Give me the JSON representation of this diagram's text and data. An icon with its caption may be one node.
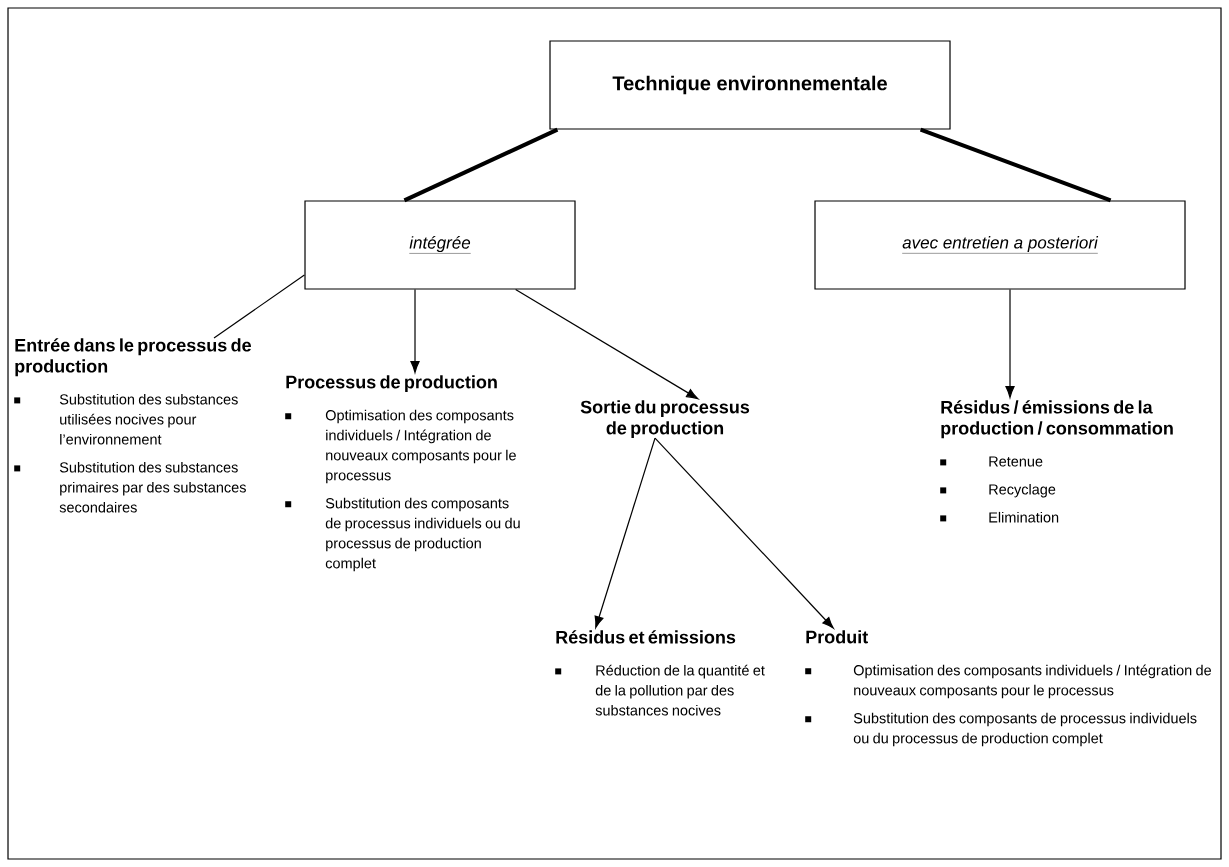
{
  "diagram": {
    "nodes": [
      {
        "text": [
          "Technique environnementale"
        ]
      },
      {
        "text": [
          "intégrée"
        ]
      },
      {
        "text": [
          "avec entretien a posteriori"
        ]
      },
      {
        "text": [
          "Entrée dans le processus de production",
          "Substitution des substances utilisées nocives pour l’environnement",
          "Substitution des substances primaires par des substances secondaires"
        ]
      },
      {
        "text": [
          "Processus de production",
          "Optimisation des composants individuels / Intégration de nouveaux composants pour le processus",
          "Substitution des composants de processus individuels ou du processus de production complet"
        ]
      },
      {
        "text": [
          "Sortie du processus de production"
        ]
      },
      {
        "text": [
          "Résidus / émissions de la production / consommation",
          "Retenue",
          "Recyclage",
          "Elimination"
        ]
      },
      {
        "text": [
          "Résidus et émissions",
          "Réduction de la quantité et de la pollution par des substances nocives"
        ]
      },
      {
        "text": [
          "Produit",
          "Optimisation des composants individuels / Intégration de nouveaux composants pour le processus",
          "Substitution des composants de processus individuels ou du processus de production complet"
        ]
      }
    ],
    "edges": [
      {
        "from": 0,
        "to": 1,
        "arrow": "none",
        "style": "thick"
      },
      {
        "from": 0,
        "to": 2,
        "arrow": "none",
        "style": "thick"
      },
      {
        "from": 1,
        "to": 3,
        "arrow": "none"
      },
      {
        "from": 1,
        "to": 4,
        "arrow": "to"
      },
      {
        "from": 1,
        "to": 5,
        "arrow": "to"
      },
      {
        "from": 2,
        "to": 6,
        "arrow": "to"
      },
      {
        "from": 5,
        "to": 7,
        "arrow": "to"
      },
      {
        "from": 5,
        "to": 8,
        "arrow": "to"
      }
    ]
  }
}
